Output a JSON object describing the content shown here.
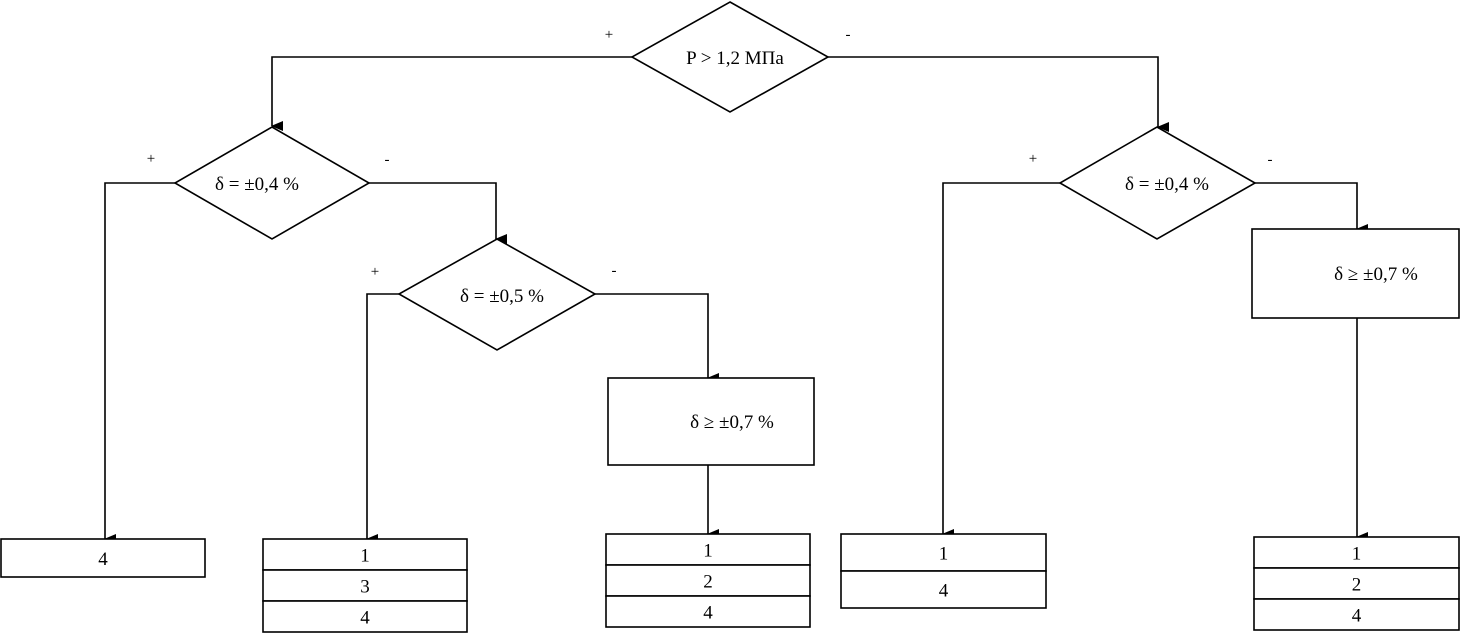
{
  "decisions": {
    "root": {
      "label": "P > 1,2 МПа",
      "yes": "+",
      "no": "-"
    },
    "left": {
      "label": "δ = ±0,4 %",
      "yes": "+",
      "no": "-"
    },
    "left_inner": {
      "label": "δ = ±0,5 %",
      "yes": "+",
      "no": "-"
    },
    "right": {
      "label": "δ = ±0,4 %",
      "yes": "+",
      "no": "-"
    }
  },
  "processes": {
    "left_inner_no": {
      "label": "δ ≥ ±0,7 %"
    },
    "right_no": {
      "label": "δ ≥ ±0,7 %"
    }
  },
  "results": {
    "r1": [
      "4"
    ],
    "r2": [
      "1",
      "3",
      "4"
    ],
    "r3": [
      "1",
      "2",
      "4"
    ],
    "r4": [
      "1",
      "4"
    ],
    "r5": [
      "1",
      "2",
      "4"
    ]
  }
}
